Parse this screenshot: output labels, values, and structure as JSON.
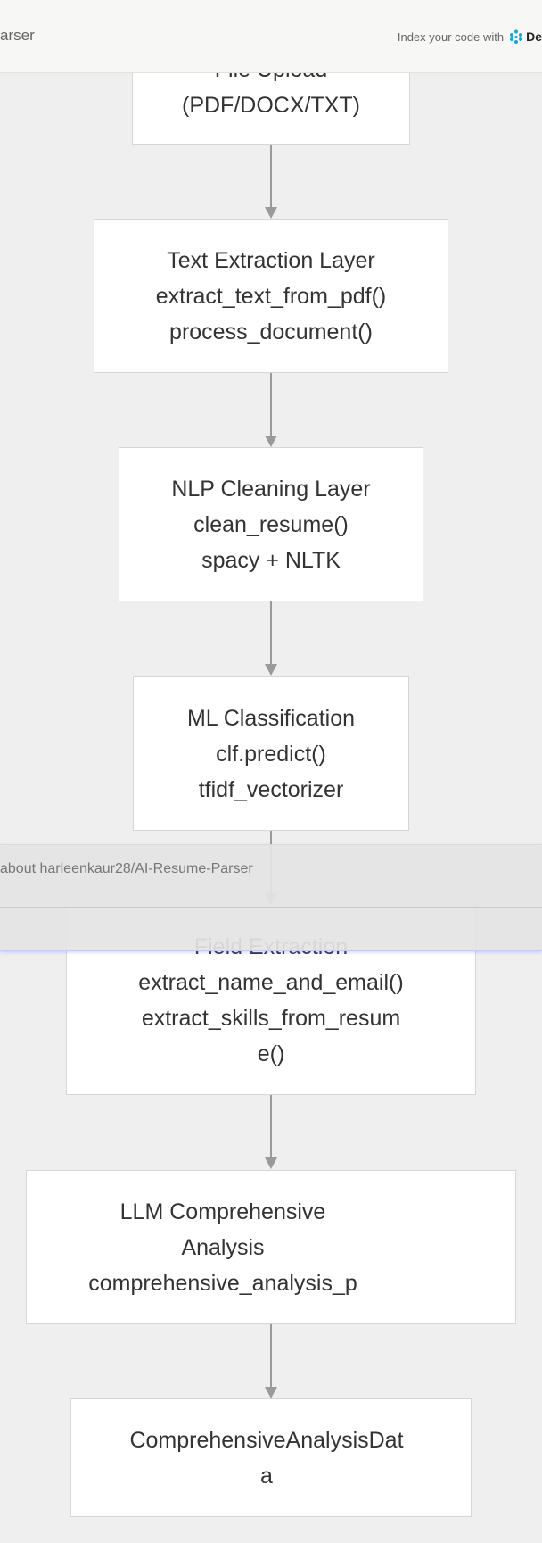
{
  "header": {
    "repo_name_partial": "arser",
    "index_prompt": "Index your code with",
    "brand_partial": "De"
  },
  "diagram": {
    "nodes": [
      {
        "id": "file-upload",
        "lines": [
          "File Upload",
          "(PDF/DOCX/TXT)"
        ]
      },
      {
        "id": "text-extraction",
        "lines": [
          "Text Extraction Layer",
          "extract_text_from_pdf()",
          "process_document()"
        ]
      },
      {
        "id": "nlp-cleaning",
        "lines": [
          "NLP Cleaning Layer",
          "clean_resume()",
          "spacy + NLTK"
        ]
      },
      {
        "id": "ml-classification",
        "lines": [
          "ML Classification",
          "clf.predict()",
          "tfidf_vectorizer"
        ]
      },
      {
        "id": "field-extraction",
        "lines": [
          "Field Extraction",
          "extract_name_and_email()",
          "extract_skills_from_resum",
          "e()"
        ]
      },
      {
        "id": "llm-analysis",
        "lines": [
          "LLM Comprehensive",
          "Analysis",
          "comprehensive_analysis_p"
        ]
      },
      {
        "id": "analysis-data",
        "lines": [
          "ComprehensiveAnalysisDat",
          "a"
        ]
      }
    ]
  },
  "chat": {
    "question": "about harleenkaur28/AI-Resume-Parser",
    "input_value": ""
  },
  "colors": {
    "page_background": "#efefef",
    "node_fill": "#ffffff",
    "node_border": "#d6d6d6",
    "edge": "#9a9a9a",
    "brand_icon": "#1aa3d8"
  }
}
